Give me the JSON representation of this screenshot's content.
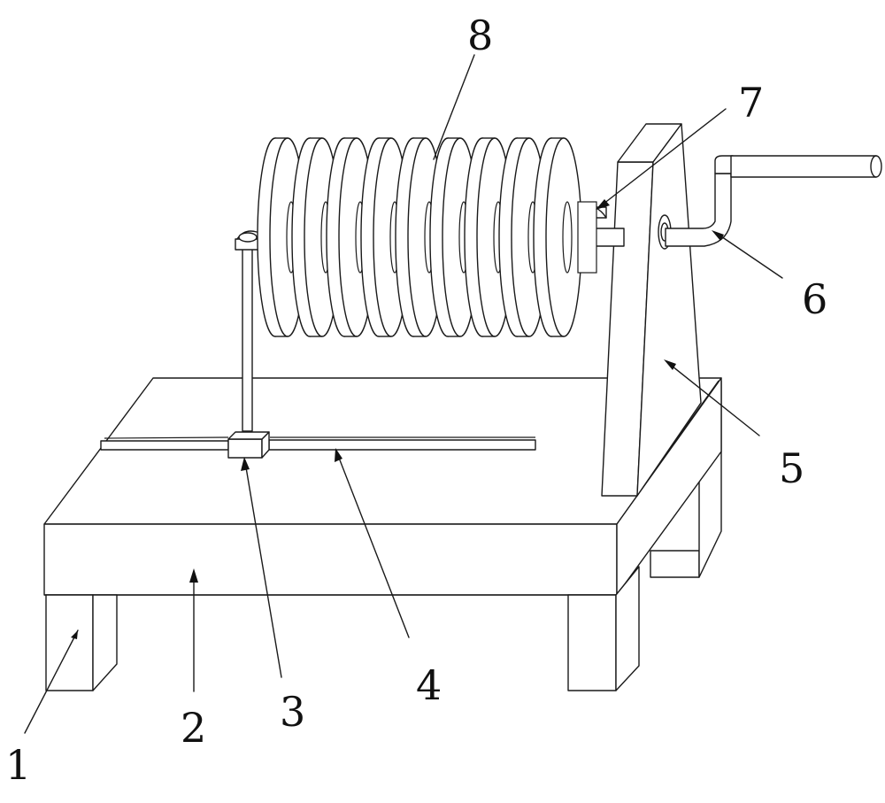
{
  "labels": [
    {
      "id": "1",
      "text": "1",
      "part": "leg"
    },
    {
      "id": "2",
      "text": "2",
      "part": "table-top"
    },
    {
      "id": "3",
      "text": "3",
      "part": "slider-block"
    },
    {
      "id": "4",
      "text": "4",
      "part": "guide-rail"
    },
    {
      "id": "5",
      "text": "5",
      "part": "support-frame"
    },
    {
      "id": "6",
      "text": "6",
      "part": "crank-handle"
    },
    {
      "id": "7",
      "text": "7",
      "part": "clamp-pin"
    },
    {
      "id": "8",
      "text": "8",
      "part": "disc-spool"
    }
  ],
  "colors": {
    "line": "#1a1a1a",
    "background": "#ffffff"
  }
}
